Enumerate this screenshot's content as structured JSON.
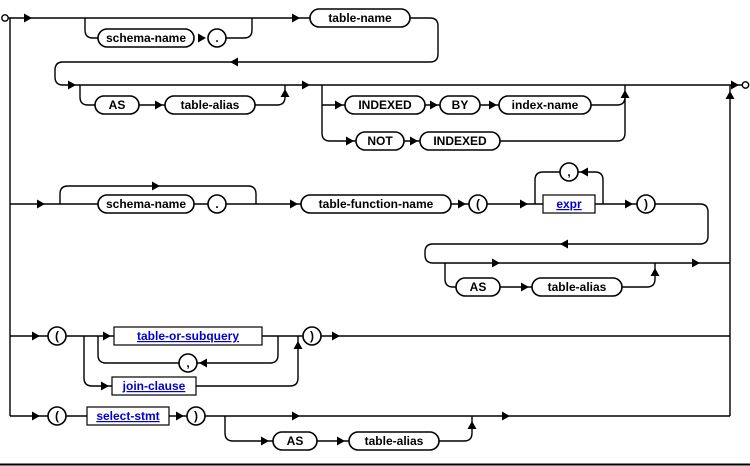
{
  "diagram": {
    "colors": {
      "line": "#000000",
      "keyword_text": "#000000",
      "link_text": "#0000cc",
      "node_fill": "#ffffff",
      "bg": "#ffffff"
    },
    "nodes": {
      "schema_name_1": "schema-name",
      "dot_1": ".",
      "table_name": "table-name",
      "as_1": "AS",
      "table_alias_1": "table-alias",
      "indexed_1": "INDEXED",
      "by_1": "BY",
      "index_name": "index-name",
      "not_1": "NOT",
      "indexed_2": "INDEXED",
      "schema_name_2": "schema-name",
      "dot_2": ".",
      "table_function_name": "table-function-name",
      "lparen_1": "(",
      "expr": "expr",
      "comma_1": ",",
      "rparen_1": ")",
      "as_2": "AS",
      "table_alias_2": "table-alias",
      "lparen_2": "(",
      "table_or_subquery": "table-or-subquery",
      "comma_2": ",",
      "join_clause": "join-clause",
      "rparen_2": ")",
      "lparen_3": "(",
      "select_stmt": "select-stmt",
      "rparen_3": ")",
      "as_3": "AS",
      "table_alias_3": "table-alias"
    }
  }
}
